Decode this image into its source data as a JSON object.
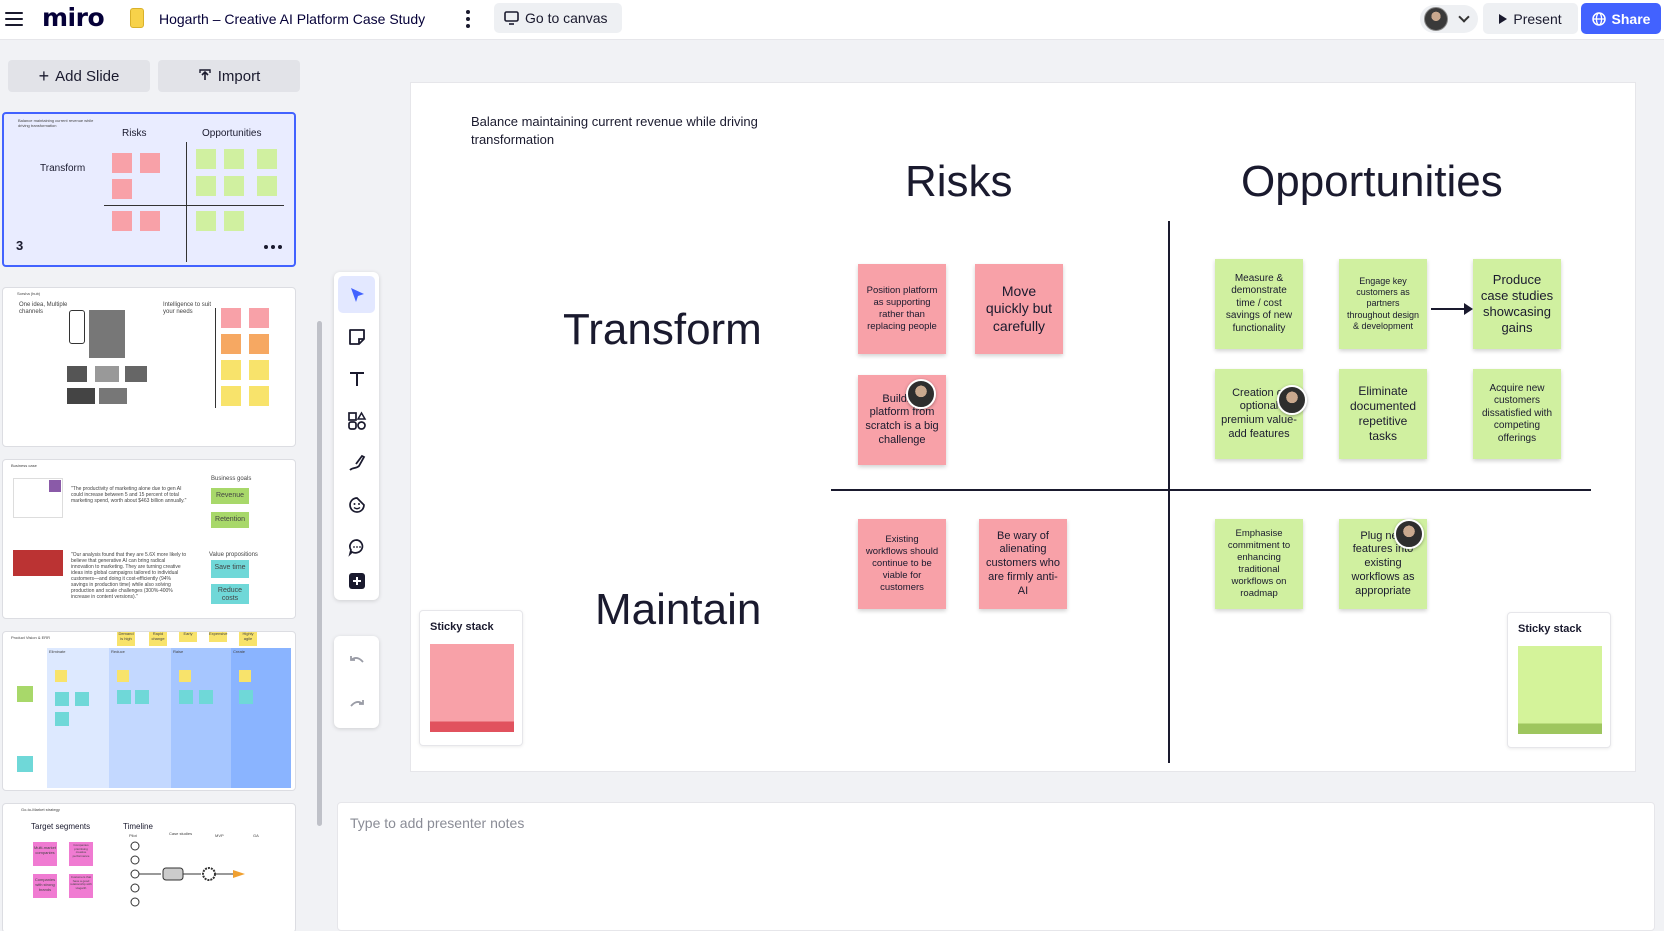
{
  "header": {
    "logo": "miro",
    "board_title": "Hogarth – Creative AI Platform Case Study",
    "goto_canvas": "Go to canvas",
    "present": "Present",
    "share": "Share",
    "accent": "#4262ff"
  },
  "sidebar": {
    "add_slide": "Add Slide",
    "import": "Import",
    "active_slide_number": "3",
    "slide1": {
      "subtitle": "Balance maintaining current revenue while driving transformation",
      "risks": "Risks",
      "opportunities": "Opportunities",
      "transform": "Transform"
    },
    "slide2": {
      "title": "Sorsha (hub)",
      "one_idea": "One idea, Multiple channels",
      "intelligence": "Intelligence to suit your needs"
    },
    "slide3": {
      "title": "Business case",
      "quote1": "\"The productivity of marketing alone due to gen AI could increase between 5 and 15 percent of total marketing spend, worth about $463 billion annually.\"",
      "quote2": "\"Our analysis found that they are 5.6X more likely to believe that generative AI can bring radical innovation to marketing. They are turning creative ideas into global campaigns tailored to individual customers—and doing it cost-efficiently (94% savings in production time) while also solving production and scale challenges (300%-400% increase in content versions).\"",
      "goals_label": "Business goals",
      "goal1": "Revenue",
      "goal2": "Retention",
      "vp_label": "Value propositions",
      "vp1": "Save time",
      "vp2": "Reduce costs"
    },
    "slide4": {
      "title": "Product Vision & ERR",
      "tag1": "Demand is high",
      "tag2": "Rapid change",
      "tag3": "Early",
      "tag4": "Expensive",
      "tag5": "Highly agile",
      "col1": "Eliminate",
      "col2": "Reduce",
      "col3": "Raise",
      "col4": "Create"
    },
    "slide5": {
      "title": "Go-to-Market strategy",
      "segments": "Target segments",
      "timeline": "Timeline",
      "seg1": "Multi-market companies",
      "seg2": "Companies prioritising creative performance",
      "seg3": "Companies with strong brands",
      "seg4": "Customers that have a good relationship with Hogarth",
      "t1": "Pilot",
      "t2": "Case studies",
      "t3": "MVP",
      "t4": "GA"
    }
  },
  "canvas": {
    "subtitle": "Balance maintaining current revenue while driving transformation",
    "risks": "Risks",
    "opportunities": "Opportunities",
    "transform": "Transform",
    "maintain": "Maintain",
    "stickies": {
      "r1": "Position platform as supporting rather than replacing people",
      "r2": "Move quickly but carefully",
      "r3": "Building platform from scratch is a big challenge",
      "r4": "Existing workflows should continue to be viable for customers",
      "r5": "Be wary of alienating customers who are firmly anti-AI",
      "o1": "Measure & demonstrate time / cost savings of new functionality",
      "o2": "Engage key customers as partners throughout design & development",
      "o3": "Produce case studies showcasing gains",
      "o4": "Creation of optional premium value-add features",
      "o5": "Eliminate documented repetitive tasks",
      "o6": "Acquire new customers dissatisfied with competing offerings",
      "o7": "Emphasise commitment to enhancing traditional workflows on roadmap",
      "o8": "Plug new features into existing workflows as appropriate"
    },
    "sticky_stack_left": "Sticky stack",
    "sticky_stack_right": "Sticky stack",
    "colors": {
      "pink": "#f8a1a8",
      "green": "#d0f0a0"
    }
  },
  "notes": {
    "placeholder": "Type to add presenter notes"
  }
}
